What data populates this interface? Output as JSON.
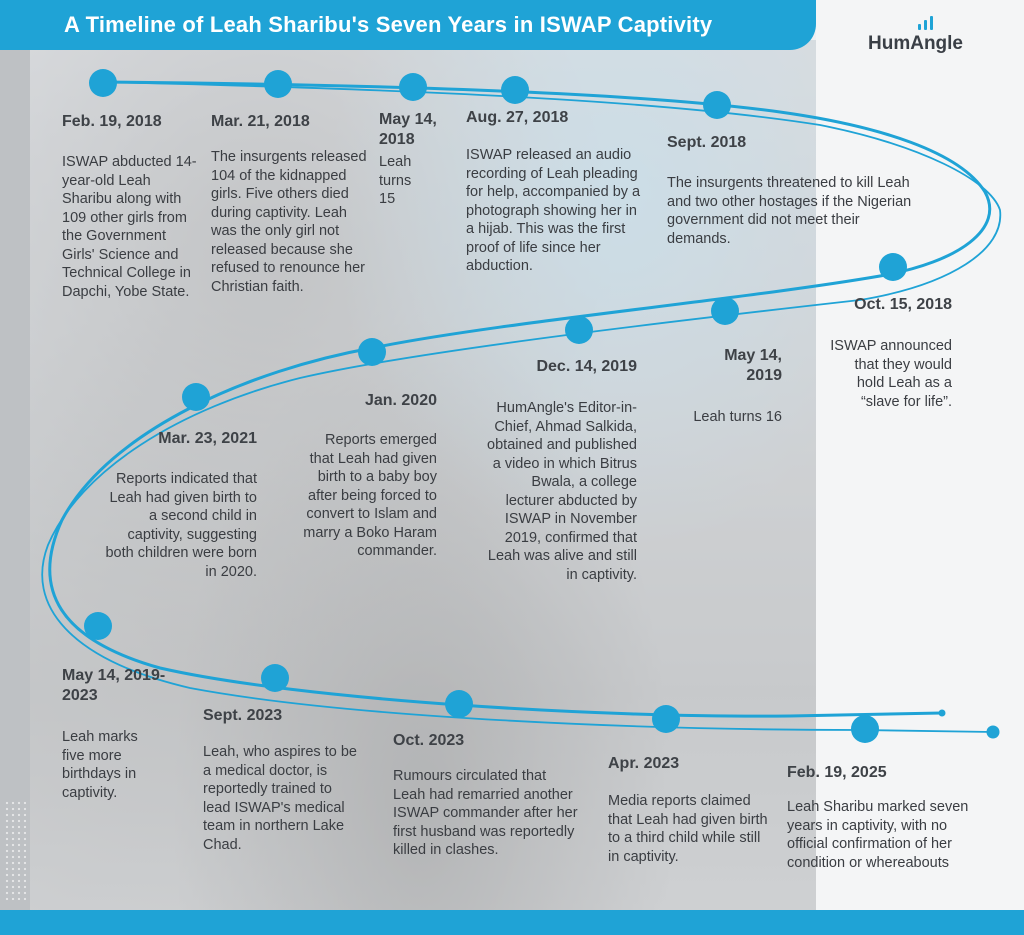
{
  "header": {
    "title": "A Timeline of Leah Sharibu's Seven Years in ISWAP Captivity"
  },
  "logo": {
    "name": "HumAngle",
    "icon": "bar-chart-icon"
  },
  "colors": {
    "accent": "#1fa3d6",
    "text": "#3a3d42"
  },
  "events": [
    {
      "date": "Feb. 19, 2018",
      "text": "ISWAP abducted 14-year-old Leah Sharibu along with 109 other girls from the Government Girls' Science and Technical College in Dapchi, Yobe State."
    },
    {
      "date": "Mar. 21, 2018",
      "text": "The insurgents released 104 of the kidnapped girls. Five others died during captivity. Leah was the only girl not released because she refused to renounce her Christian faith."
    },
    {
      "date": "May 14, 2018",
      "text": "Leah turns 15"
    },
    {
      "date": "Aug. 27, 2018",
      "text": "ISWAP released an audio recording of Leah pleading for help, accompanied by a photograph showing her in a hijab. This was the first proof of life since her abduction."
    },
    {
      "date": "Sept. 2018",
      "text": "The insurgents threatened to kill Leah and two other hostages if the Nigerian government did not meet their demands."
    },
    {
      "date": "Oct. 15, 2018",
      "text": "ISWAP announced that they would hold Leah as a “slave for life”."
    },
    {
      "date": "May 14, 2019",
      "text": "Leah turns 16"
    },
    {
      "date": "Dec. 14, 2019",
      "text": "HumAngle's Editor-in-Chief, Ahmad Salkida, obtained and published a video in which Bitrus Bwala, a college lecturer abducted by ISWAP in November 2019, confirmed that Leah was alive and still in captivity."
    },
    {
      "date": "Jan. 2020",
      "text": "Reports emerged that Leah had given birth to a baby boy after being forced to convert to Islam and marry a Boko Haram commander."
    },
    {
      "date": "Mar. 23, 2021",
      "text": "Reports indicated that Leah had given birth to a second child in captivity, suggesting both children were born in 2020."
    },
    {
      "date": "May 14, 2019-2023",
      "text": "Leah marks five more birthdays in captivity."
    },
    {
      "date": "Sept. 2023",
      "text": "Leah, who aspires to be a medical doctor, is reportedly trained to lead ISWAP's medical team in northern Lake Chad."
    },
    {
      "date": "Oct. 2023",
      "text": "Rumours circulated that Leah had remarried another ISWAP commander after her first husband was reportedly killed in clashes."
    },
    {
      "date": "Apr. 2023",
      "text": "Media reports claimed that Leah had given birth to a third child while still in captivity."
    },
    {
      "date": "Feb. 19, 2025",
      "text": "Leah Sharibu marked seven years in captivity, with no official confirmation of her condition or whereabouts"
    }
  ]
}
